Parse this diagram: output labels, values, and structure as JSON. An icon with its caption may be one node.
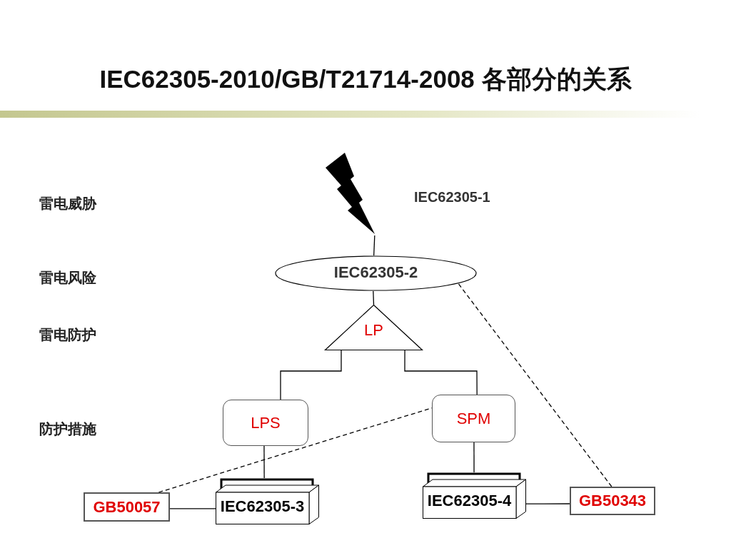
{
  "diagram": {
    "title": "IEC62305-2010/GB/T21714-2008 各部分的关系",
    "nodes": [
      {
        "text": [],
        "shape": "lightning"
      },
      {
        "text": [
          "IEC62305-2"
        ]
      },
      {
        "text": [
          "LP"
        ]
      },
      {
        "text": [
          "LPS"
        ]
      },
      {
        "text": [
          "SPM"
        ]
      },
      {
        "text": [
          "GB50057"
        ]
      },
      {
        "text": [
          "IEC62305-3"
        ]
      },
      {
        "text": [
          "IEC62305-4"
        ]
      },
      {
        "text": [
          "GB50343"
        ]
      }
    ],
    "edges": [
      {
        "from": 0,
        "to": 1,
        "arrow": "none"
      },
      {
        "from": 1,
        "to": 2,
        "arrow": "none"
      },
      {
        "from": 2,
        "to": 3,
        "arrow": "none"
      },
      {
        "from": 2,
        "to": 4,
        "arrow": "none"
      },
      {
        "from": 3,
        "to": 6,
        "arrow": "none"
      },
      {
        "from": 4,
        "to": 7,
        "arrow": "none"
      },
      {
        "from": 5,
        "to": 6,
        "arrow": "none"
      },
      {
        "from": 7,
        "to": 8,
        "arrow": "none"
      },
      {
        "from": 5,
        "to": 4,
        "arrow": "none",
        "style": "dashed"
      },
      {
        "from": 8,
        "to": 1,
        "arrow": "none",
        "style": "dashed"
      }
    ],
    "labels": [
      "雷电威胁",
      "IEC62305-1",
      "雷电风险",
      "雷电防护",
      "防护措施"
    ]
  }
}
